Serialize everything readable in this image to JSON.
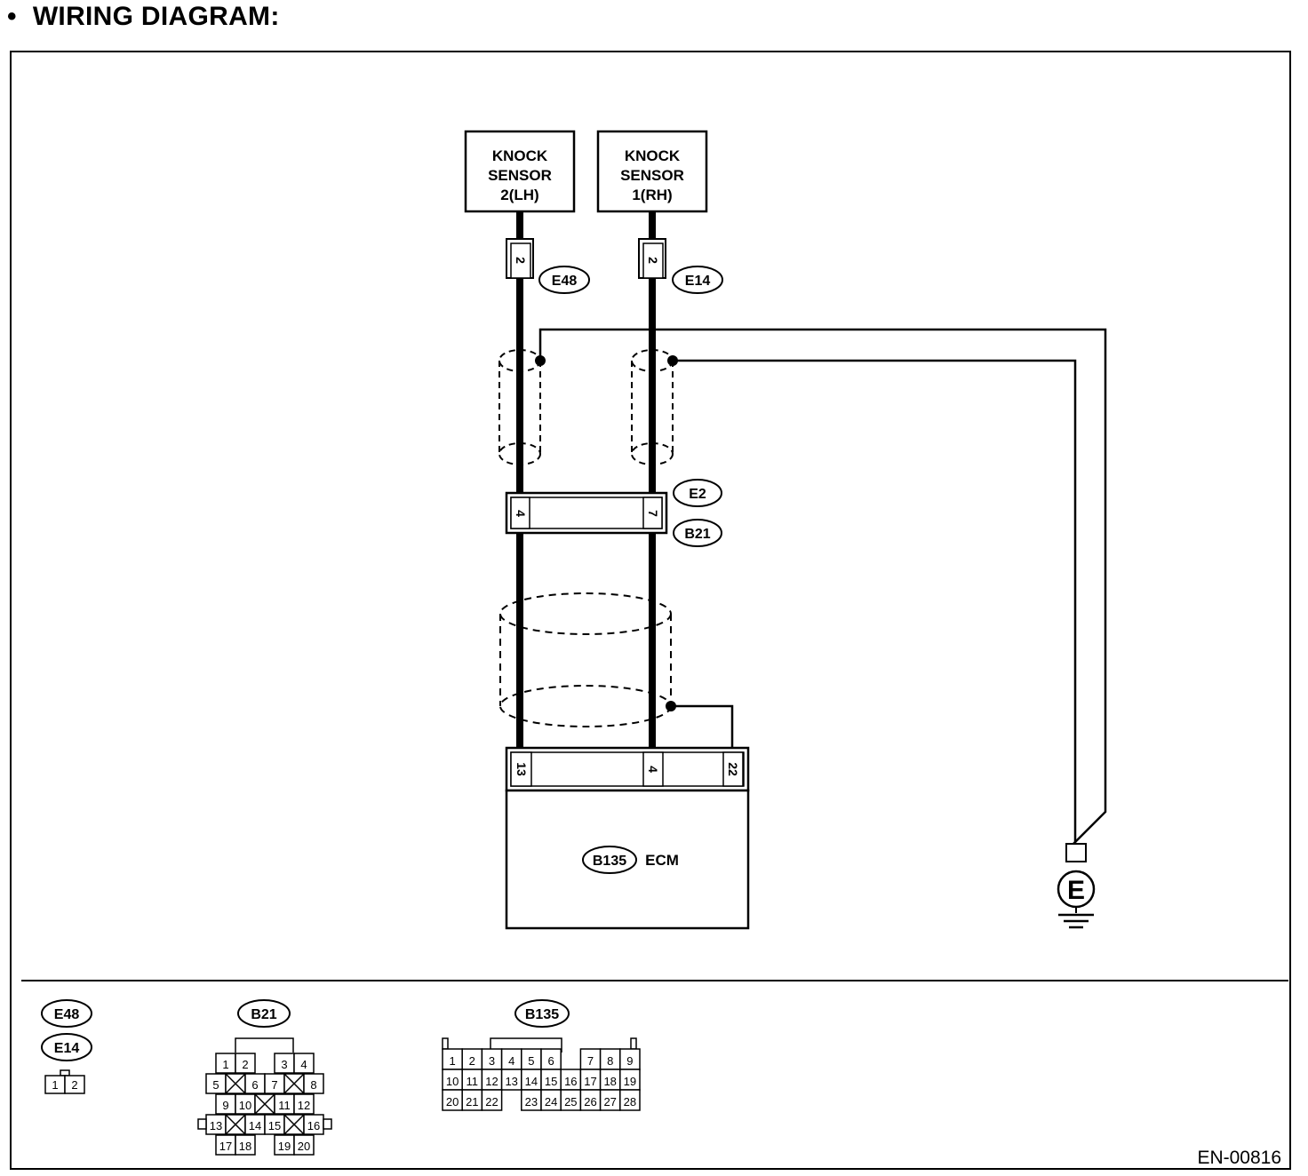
{
  "title": "WIRING DIAGRAM:",
  "bullet": "•",
  "sensors": {
    "lh": [
      "KNOCK",
      "SENSOR",
      "2(LH)"
    ],
    "rh": [
      "KNOCK",
      "SENSOR",
      "1(RH)"
    ]
  },
  "connectors": {
    "e48": "E48",
    "e14": "E14",
    "e2": "E2",
    "b21": "B21",
    "b135": "B135"
  },
  "pins": {
    "e48_sensor": "2",
    "e14_sensor": "2",
    "b21_lh": "4",
    "b21_rh": "7",
    "ecm_lh": "13",
    "ecm_rh": "4",
    "ecm_shield": "22"
  },
  "ecm_label": "ECM",
  "ground_label": "E",
  "legend": {
    "e48_e14_pins": [
      "1",
      "2"
    ],
    "b21_rows": [
      [
        "1",
        "2",
        "",
        "3",
        "4"
      ],
      [
        "5",
        "X",
        "6",
        "7",
        "X",
        "8"
      ],
      [
        "9",
        "10",
        "X",
        "11",
        "12"
      ],
      [
        "13",
        "X",
        "14",
        "15",
        "X",
        "16"
      ],
      [
        "17",
        "18",
        "",
        "19",
        "20"
      ]
    ],
    "b135_rows": [
      [
        "1",
        "2",
        "3",
        "4",
        "5",
        "6",
        "",
        "7",
        "8",
        "9"
      ],
      [
        "10",
        "11",
        "12",
        "13",
        "14",
        "15",
        "16",
        "17",
        "18",
        "19"
      ],
      [
        "20",
        "21",
        "22",
        "",
        "23",
        "24",
        "25",
        "26",
        "27",
        "28"
      ]
    ]
  },
  "doc_code": "EN-00816"
}
